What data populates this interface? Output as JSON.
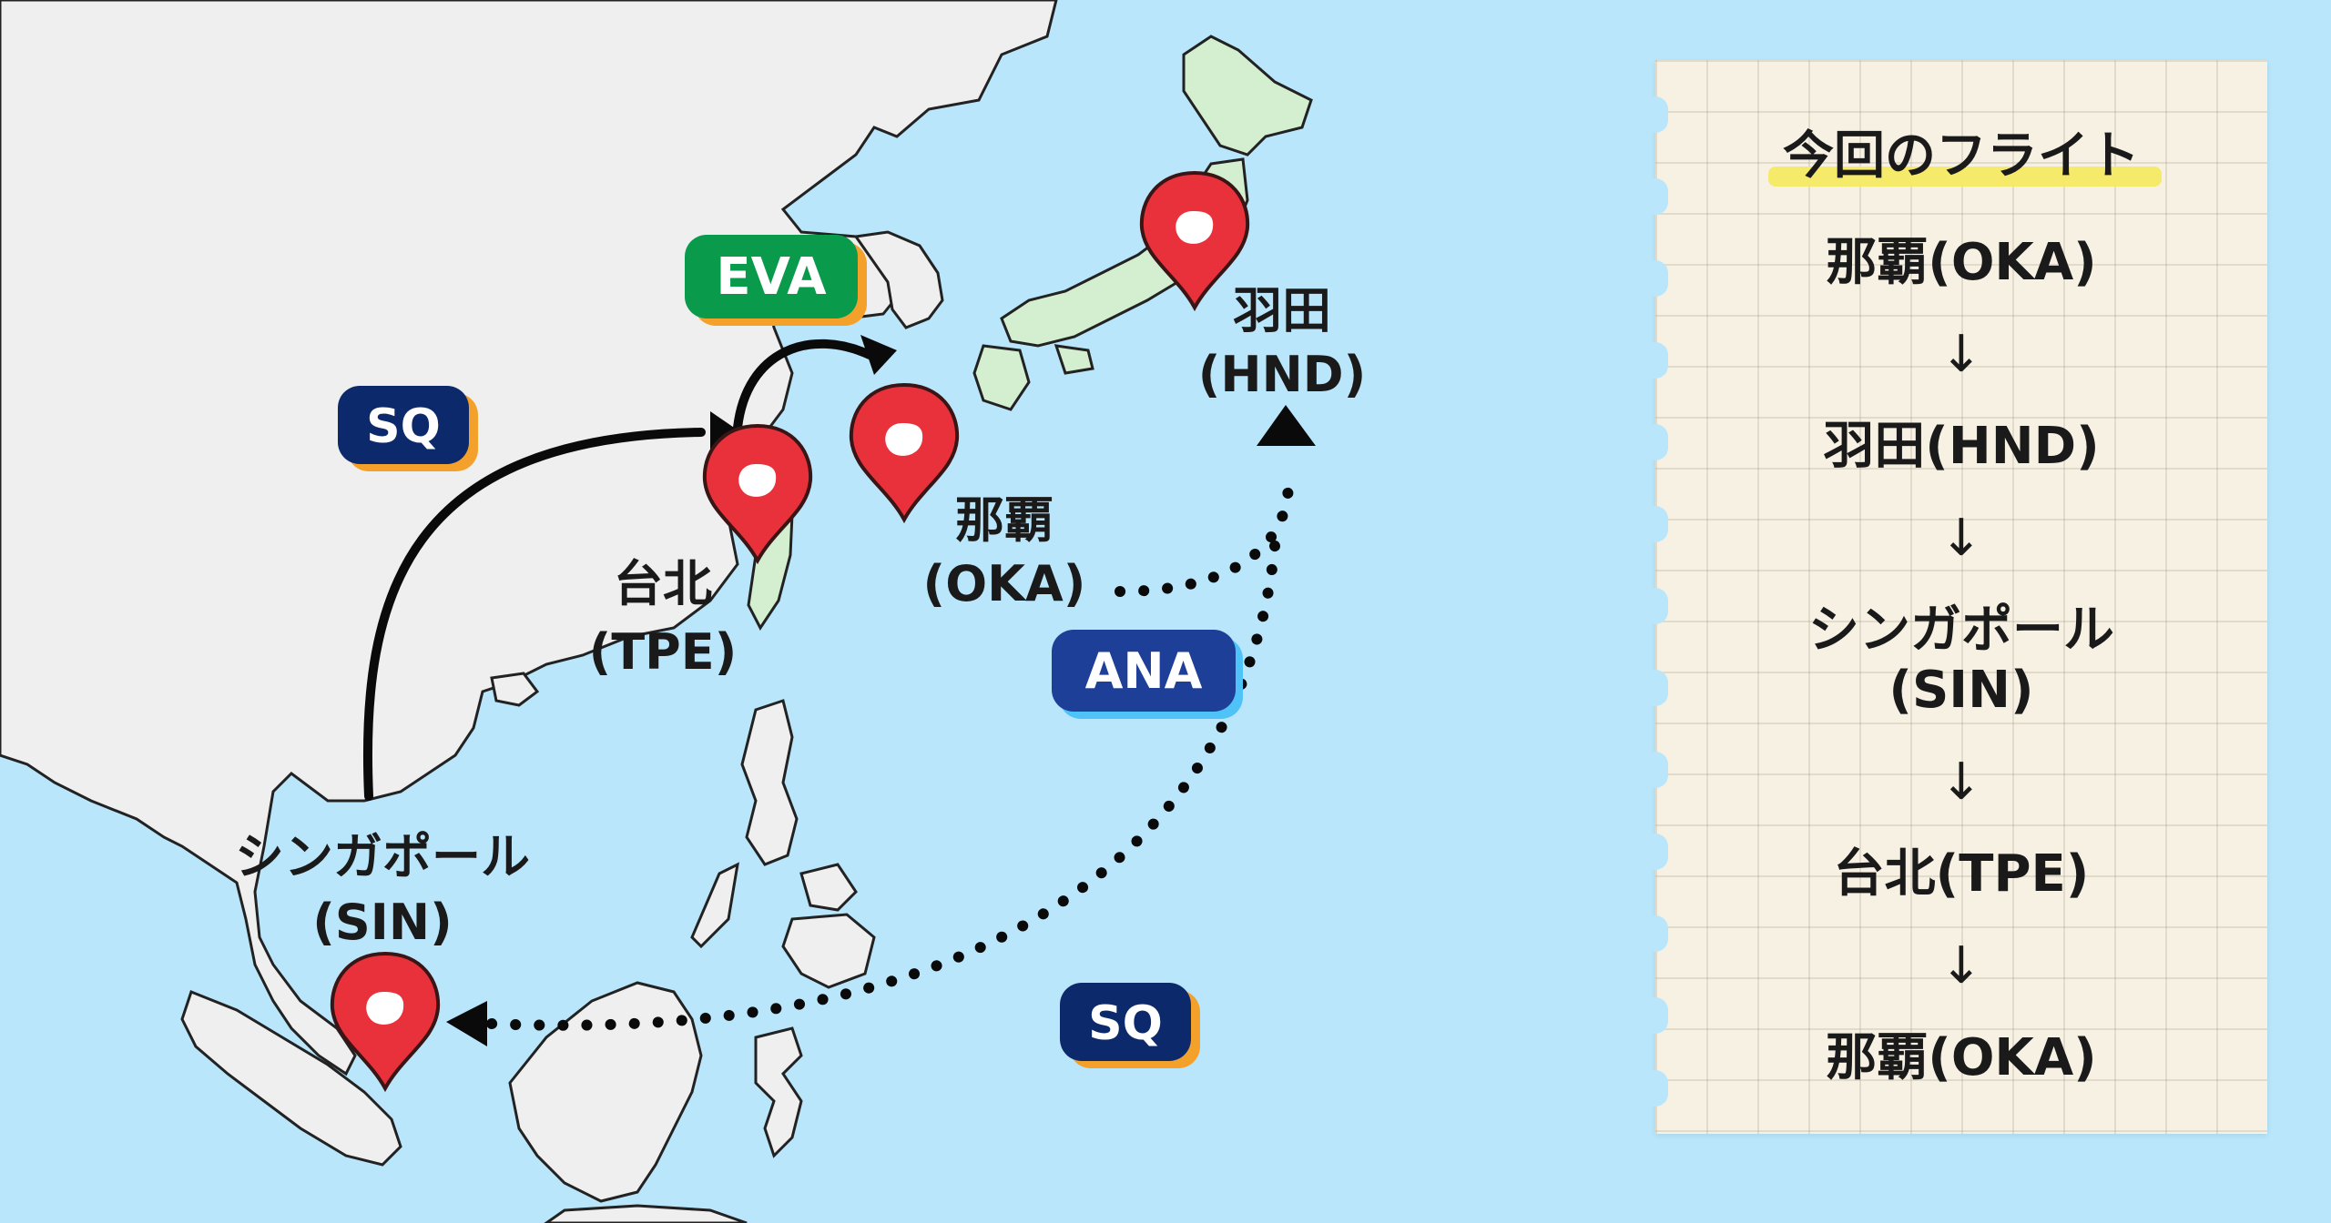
{
  "map": {
    "cities": {
      "hnd": {
        "name": "羽田",
        "code": "(HND)"
      },
      "oka": {
        "name": "那覇",
        "code": "(OKA)"
      },
      "tpe": {
        "name": "台北",
        "code": "(TPE)"
      },
      "sin": {
        "name": "シンガポール",
        "code": "(SIN)"
      }
    },
    "airlines": {
      "eva": "EVA",
      "sq_top": "SQ",
      "ana": "ANA",
      "sq_bottom": "SQ"
    }
  },
  "panel": {
    "title": "今回のフライト",
    "stops": [
      "那覇(OKA)",
      "羽田(HND)",
      "シンガポール\n(SIN)",
      "台北(TPE)",
      "那覇(OKA)"
    ],
    "arrow": "↓"
  },
  "colors": {
    "sea": "#b9e6fb",
    "land": "#efefef",
    "japan": "#d3efcf",
    "pin": "#e8313a",
    "eva": "#0a9a4b",
    "sq": "#0c2a6b",
    "ana": "#1d3f98",
    "badge_accent": "#f3a12a"
  }
}
